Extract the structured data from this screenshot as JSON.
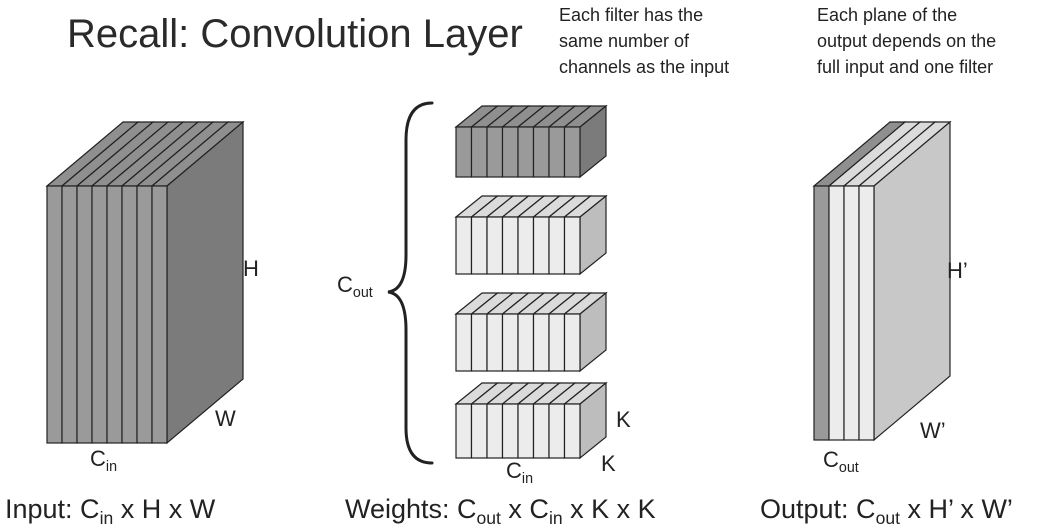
{
  "title": "Recall: Convolution Layer",
  "notes": {
    "filter_lines": [
      "Each filter has the",
      "same number of",
      "channels as the input"
    ],
    "output_lines": [
      "Each plane of the",
      "output depends on the",
      "full input and one filter"
    ]
  },
  "labels": {
    "input_h": "H",
    "input_w": "W",
    "input_c": "C",
    "input_c_sub": "in",
    "weights_cout": "C",
    "weights_cout_sub": "out",
    "weights_k_right": "K",
    "weights_k_bottom": "K",
    "weights_c": "C",
    "weights_c_sub": "in",
    "output_h": "H’",
    "output_w": "W’",
    "output_c": "C",
    "output_c_sub": "out"
  },
  "captions": {
    "input": {
      "a": "Input: C",
      "sub1": "in",
      "b": " x H x W"
    },
    "weights": {
      "a": "Weights: C",
      "sub1": "out",
      "b": " x C",
      "sub2": "in",
      "c": " x K x K"
    },
    "output": {
      "a": "Output: C",
      "sub1": "out",
      "b": " x H’ x W’"
    }
  },
  "colors": {
    "input_front": "#9a9a9a",
    "input_side": "#7b7b7b",
    "filter_dark_front": "#9a9a9a",
    "filter_dark_side": "#7b7b7b",
    "filter_light_front": "#ececec",
    "filter_light_side": "#bdbdbd",
    "output_first": "#9a9a9a",
    "output_light": "#ececec",
    "output_side": "#c8c8c8",
    "stroke": "#222222"
  }
}
